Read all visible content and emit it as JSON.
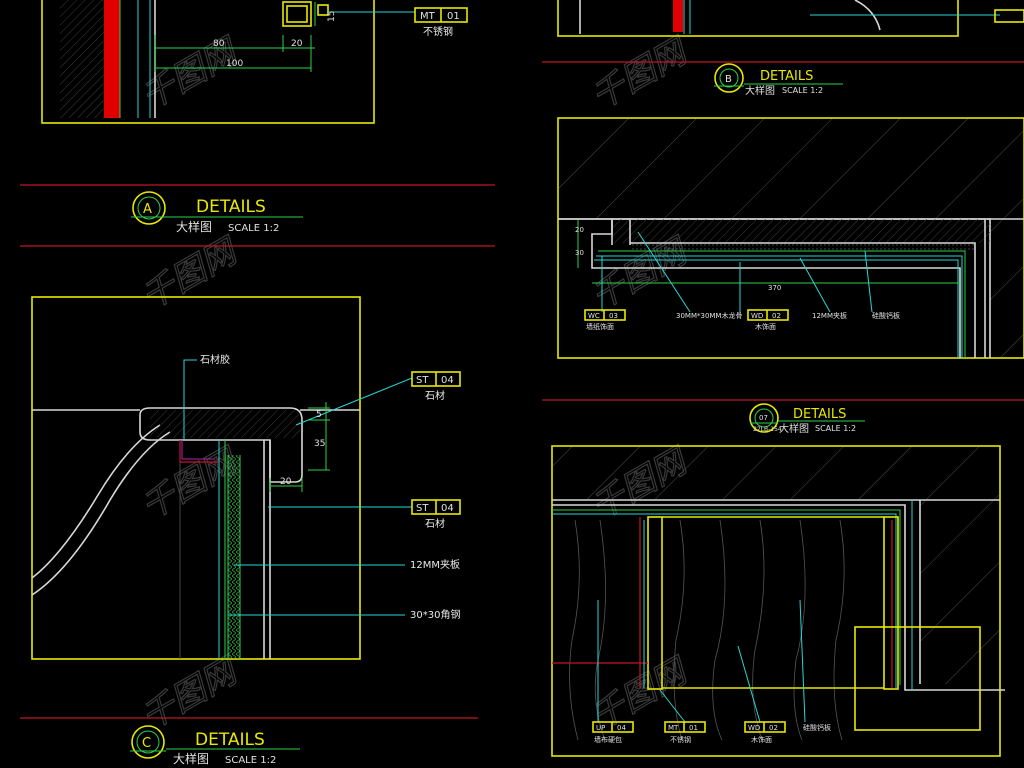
{
  "details": {
    "A": {
      "letter": "A",
      "title": "DETAILS",
      "subtitle": "大样图",
      "scale": "SCALE  1:2"
    },
    "B": {
      "letter": "B",
      "title": "DETAILS",
      "subtitle": "大样图",
      "scale": "SCALE  1:2"
    },
    "C": {
      "letter": "C",
      "title": "DETAILS",
      "subtitle": "大样图",
      "scale": "SCALE  1:2"
    },
    "D": {
      "letter": "07",
      "sub_letter": "22LB-154",
      "title": "DETAILS",
      "subtitle": "大样图",
      "scale": "SCALE  1:2"
    }
  },
  "top_left": {
    "dims": [
      "80",
      "20",
      "100",
      "15"
    ],
    "tag": {
      "code": "MT",
      "num": "01",
      "label": "不锈钢"
    }
  },
  "detail_c": {
    "note": "石材胶",
    "tags": [
      {
        "code": "ST",
        "num": "04",
        "label": "石材"
      },
      {
        "code": "ST",
        "num": "04",
        "label": "石材"
      }
    ],
    "callouts": [
      "12MM夹板",
      "30*30角钢"
    ],
    "dims": [
      "5",
      "35",
      "20"
    ]
  },
  "detail_b": {
    "dims": [
      "20",
      "30",
      "370"
    ],
    "tag": {
      "code": "WC",
      "num": "03",
      "label": "墙纸饰面"
    },
    "tag2": {
      "code": "WD",
      "num": "02",
      "label": "木饰面"
    },
    "callouts": [
      "30MM*30MM木龙骨",
      "12MM夹板",
      "硅酸钙板"
    ]
  },
  "detail_d": {
    "tags": [
      {
        "code": "UP",
        "num": "04",
        "label": "墙布硬包"
      },
      {
        "code": "MT",
        "num": "01",
        "label": "不锈钢"
      },
      {
        "code": "WD",
        "num": "02",
        "label": "木饰面"
      }
    ],
    "callout": "硅酸钙板"
  },
  "watermark": "千图网"
}
